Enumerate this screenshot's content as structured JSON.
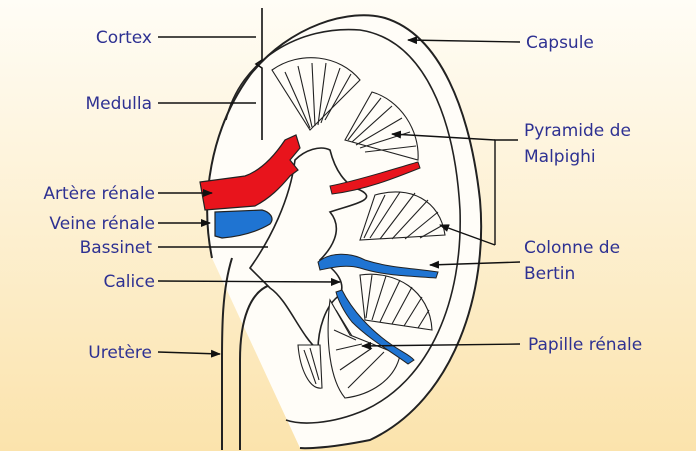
{
  "labels": {
    "cortex": "Cortex",
    "medulla": "Medulla",
    "artere_renale": "Artère rénale",
    "veine_renale": "Veine rénale",
    "bassinet": "Bassinet",
    "calice": "Calice",
    "uretere": "Uretère",
    "capsule": "Capsule",
    "pyramide_1": "Pyramide de",
    "pyramide_2": "Malpighi",
    "colonne_1": "Colonne de",
    "colonne_2": "Bertin",
    "papille": "Papille rénale"
  },
  "colors": {
    "label_text": "#2e3192",
    "artery": "#e8141c",
    "vein": "#1f74d2",
    "background_top": "#fffdf6",
    "background_bottom": "#fbe3ac"
  }
}
